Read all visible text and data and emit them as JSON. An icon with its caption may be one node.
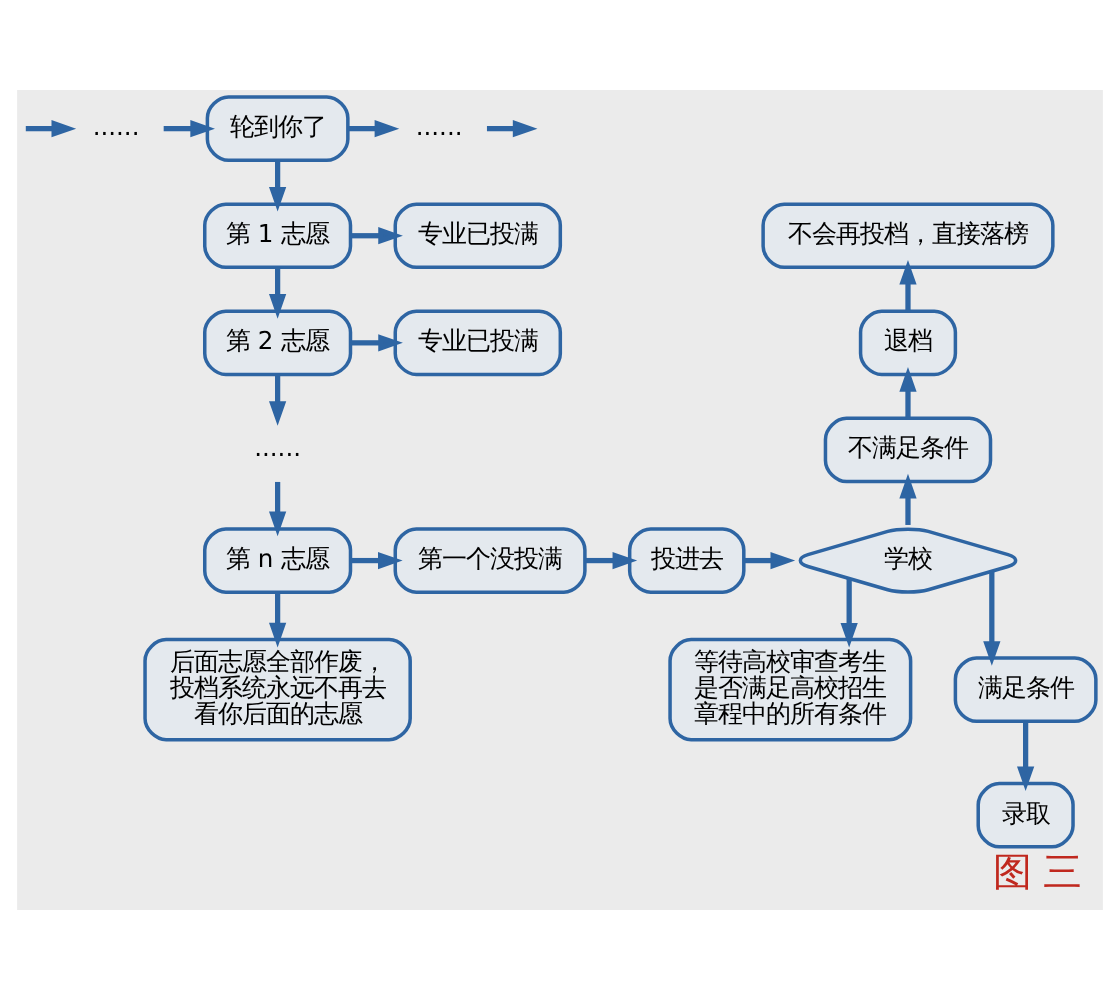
{
  "diagram": {
    "caption": "图 三",
    "nodes": [
      {
        "text": [
          "......"
        ]
      },
      {
        "text": [
          "轮到你了"
        ]
      },
      {
        "text": [
          "......"
        ]
      },
      {
        "text": [
          "第 1 志愿"
        ]
      },
      {
        "text": [
          "专业已投满"
        ]
      },
      {
        "text": [
          "不会再投档，直接落榜"
        ]
      },
      {
        "text": [
          "第 2 志愿"
        ]
      },
      {
        "text": [
          "专业已投满"
        ]
      },
      {
        "text": [
          "退档"
        ]
      },
      {
        "text": [
          "不满足条件"
        ]
      },
      {
        "text": [
          "......"
        ]
      },
      {
        "text": [
          "第 n 志愿"
        ]
      },
      {
        "text": [
          "第一个没投满"
        ]
      },
      {
        "text": [
          "投进去"
        ]
      },
      {
        "text": [
          "学校"
        ]
      },
      {
        "text": [
          "后面志愿全部作废，投档系统永远不再去看你后面的志愿"
        ]
      },
      {
        "text": [
          "等待高校审查考生是否满足高校招生章程中的所有条件"
        ]
      },
      {
        "text": [
          "满足条件"
        ]
      },
      {
        "text": [
          "录取"
        ]
      }
    ],
    "edges": [
      {
        "from": null,
        "to": 0,
        "arrow": "to"
      },
      {
        "from": 0,
        "to": 1,
        "arrow": "to"
      },
      {
        "from": 1,
        "to": 2,
        "arrow": "to"
      },
      {
        "from": 2,
        "to": null,
        "arrow": "to"
      },
      {
        "from": 1,
        "to": 3,
        "arrow": "to"
      },
      {
        "from": 3,
        "to": 4,
        "arrow": "to"
      },
      {
        "from": 3,
        "to": 6,
        "arrow": "to"
      },
      {
        "from": 6,
        "to": 7,
        "arrow": "to"
      },
      {
        "from": 6,
        "to": 10,
        "arrow": "to"
      },
      {
        "from": 10,
        "to": 11,
        "arrow": "to"
      },
      {
        "from": 11,
        "to": 12,
        "arrow": "to"
      },
      {
        "from": 11,
        "to": 15,
        "arrow": "to"
      },
      {
        "from": 12,
        "to": 13,
        "arrow": "to"
      },
      {
        "from": 13,
        "to": 14,
        "arrow": "to"
      },
      {
        "from": 14,
        "to": 9,
        "arrow": "to"
      },
      {
        "from": 9,
        "to": 8,
        "arrow": "to"
      },
      {
        "from": 8,
        "to": 5,
        "arrow": "to"
      },
      {
        "from": 14,
        "to": 16,
        "arrow": "to"
      },
      {
        "from": 14,
        "to": 17,
        "arrow": "to"
      },
      {
        "from": 17,
        "to": 18,
        "arrow": "to"
      }
    ]
  }
}
